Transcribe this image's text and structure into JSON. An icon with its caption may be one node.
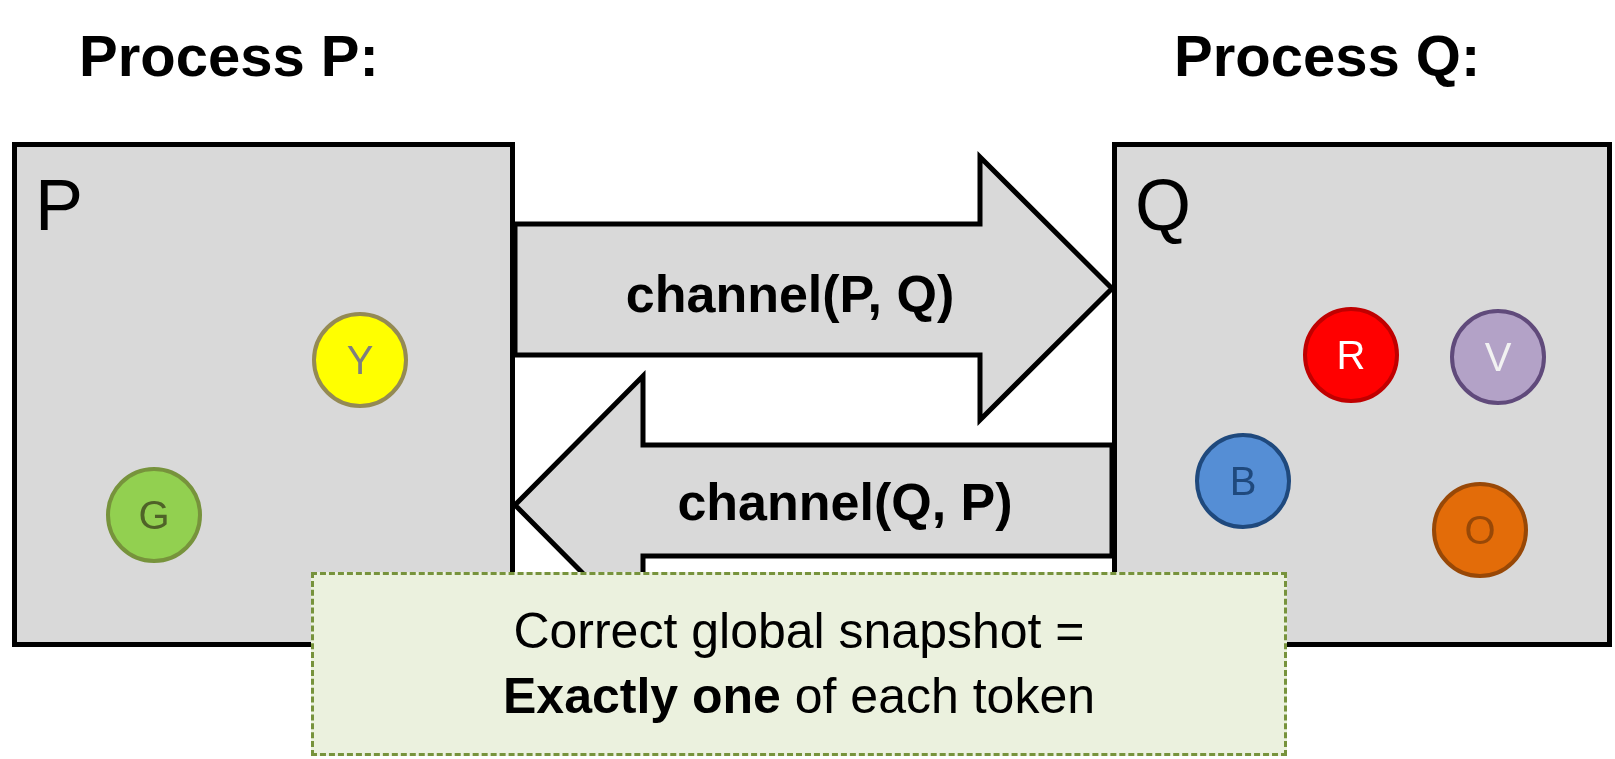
{
  "diagram": {
    "nodes": [
      {
        "text": [
          "Process P:",
          "P"
        ]
      },
      {
        "text": [
          "Y"
        ],
        "in": 0
      },
      {
        "text": [
          "G"
        ],
        "in": 0
      },
      {
        "text": [
          "Process Q:",
          "Q"
        ]
      },
      {
        "text": [
          "R"
        ],
        "in": 3
      },
      {
        "text": [
          "V"
        ],
        "in": 3
      },
      {
        "text": [
          "B"
        ],
        "in": 3
      },
      {
        "text": [
          "O"
        ],
        "in": 3
      },
      {
        "text": [
          "Correct global snapshot = **Exactly one** of each token"
        ]
      }
    ],
    "edges": [
      {
        "from": 0,
        "to": 3,
        "arrow": "to",
        "label": "channel(P, Q)"
      },
      {
        "from": 3,
        "to": 0,
        "arrow": "to",
        "label": "channel(Q, P)"
      }
    ]
  }
}
